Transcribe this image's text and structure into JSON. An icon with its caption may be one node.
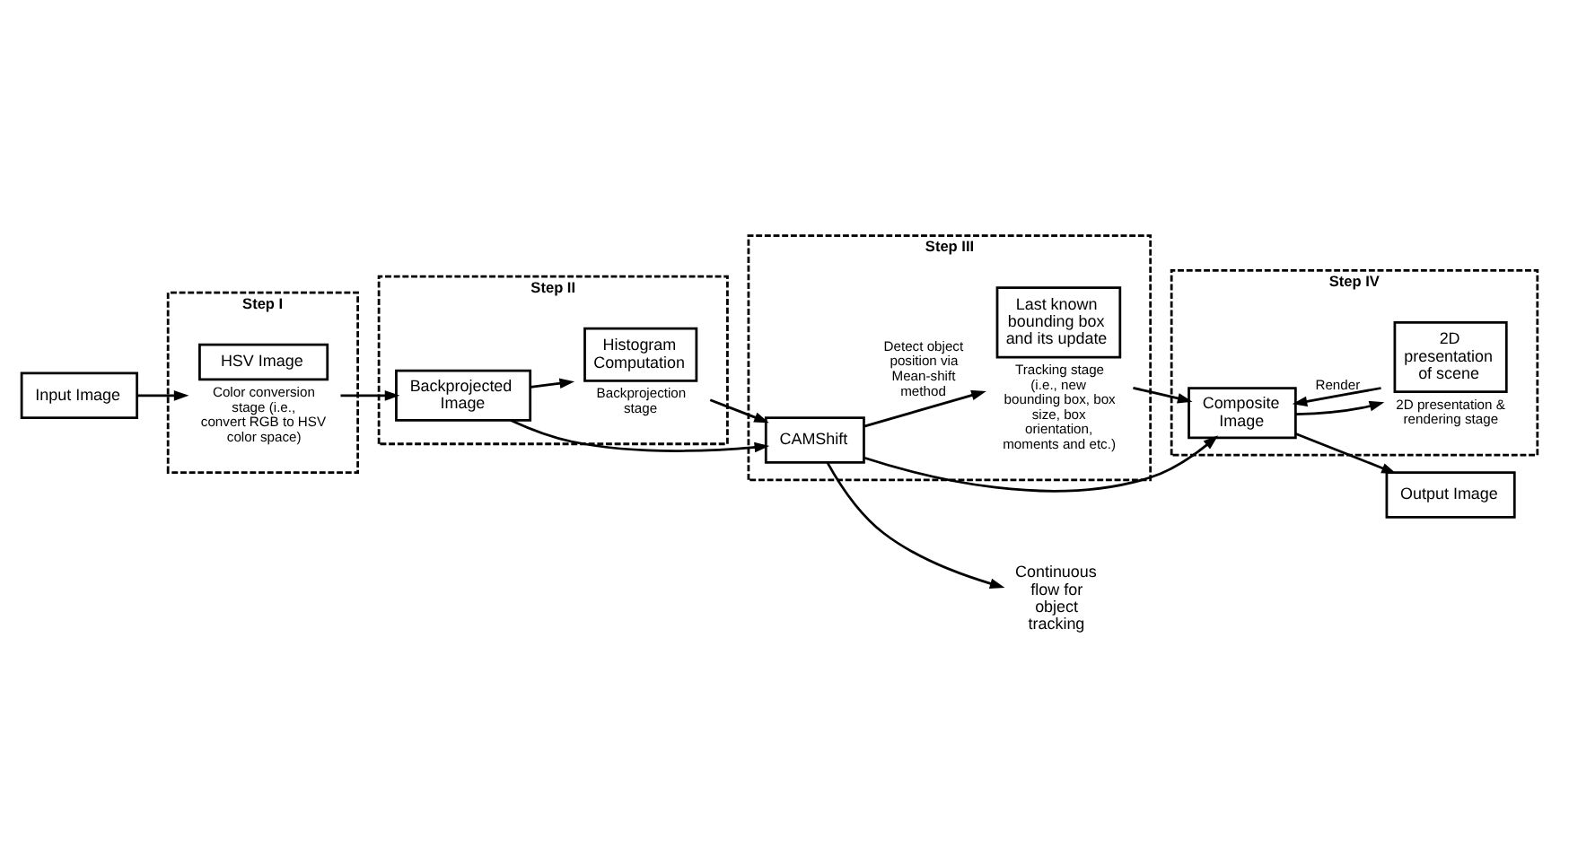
{
  "diagram": {
    "nodes": [
      {
        "text": [
          "Input Image"
        ]
      },
      {
        "text": [
          "Step I"
        ]
      },
      {
        "text": [
          "HSV Image"
        ],
        "in": 1,
        "beside": [
          "Color conversion stage (i.e., convert RGB to HSV color space)"
        ]
      },
      {
        "text": [
          "Step II"
        ]
      },
      {
        "text": [
          "Backprojected Image"
        ],
        "in": 3
      },
      {
        "text": [
          "Histogram Computation"
        ],
        "in": 3,
        "beside": [
          "Backprojection stage"
        ]
      },
      {
        "text": [
          "Step III"
        ]
      },
      {
        "text": [
          "CAMShift"
        ],
        "in": 6
      },
      {
        "text": [
          "Last known bounding box and its update"
        ],
        "in": 6,
        "beside": [
          "Tracking stage (i.e., new bounding box, box size, box orientation, moments and etc.)"
        ]
      },
      {
        "text": [
          "Step IV"
        ]
      },
      {
        "text": [
          "Composite Image"
        ],
        "in": 9
      },
      {
        "text": [
          "2D presentation of scene"
        ],
        "in": 9,
        "beside": [
          "2D presentation & rendering stage"
        ]
      },
      {
        "text": [
          "Output Image"
        ]
      },
      {
        "text": [
          "Continuous flow for object tracking"
        ]
      }
    ],
    "edges": [
      {
        "from": 0,
        "to": 2,
        "arrow": "to"
      },
      {
        "from": 2,
        "to": 4,
        "arrow": "to"
      },
      {
        "from": 4,
        "to": 7,
        "arrow": "to"
      },
      {
        "from": 4,
        "to": 5,
        "arrow": "to"
      },
      {
        "from": 5,
        "to": 7,
        "arrow": "to"
      },
      {
        "from": 7,
        "to": 10,
        "arrow": "to"
      },
      {
        "from": 7,
        "to": 8,
        "arrow": "to",
        "label": "Detect object position via Mean-shift method"
      },
      {
        "from": 8,
        "to": 10,
        "arrow": "to"
      },
      {
        "from": 10,
        "to": 11,
        "arrow": "to"
      },
      {
        "from": 11,
        "to": 10,
        "arrow": "to",
        "label": "Render"
      },
      {
        "from": 10,
        "to": 12,
        "arrow": "to"
      },
      {
        "from": 7,
        "to": 13,
        "arrow": "to"
      }
    ]
  }
}
